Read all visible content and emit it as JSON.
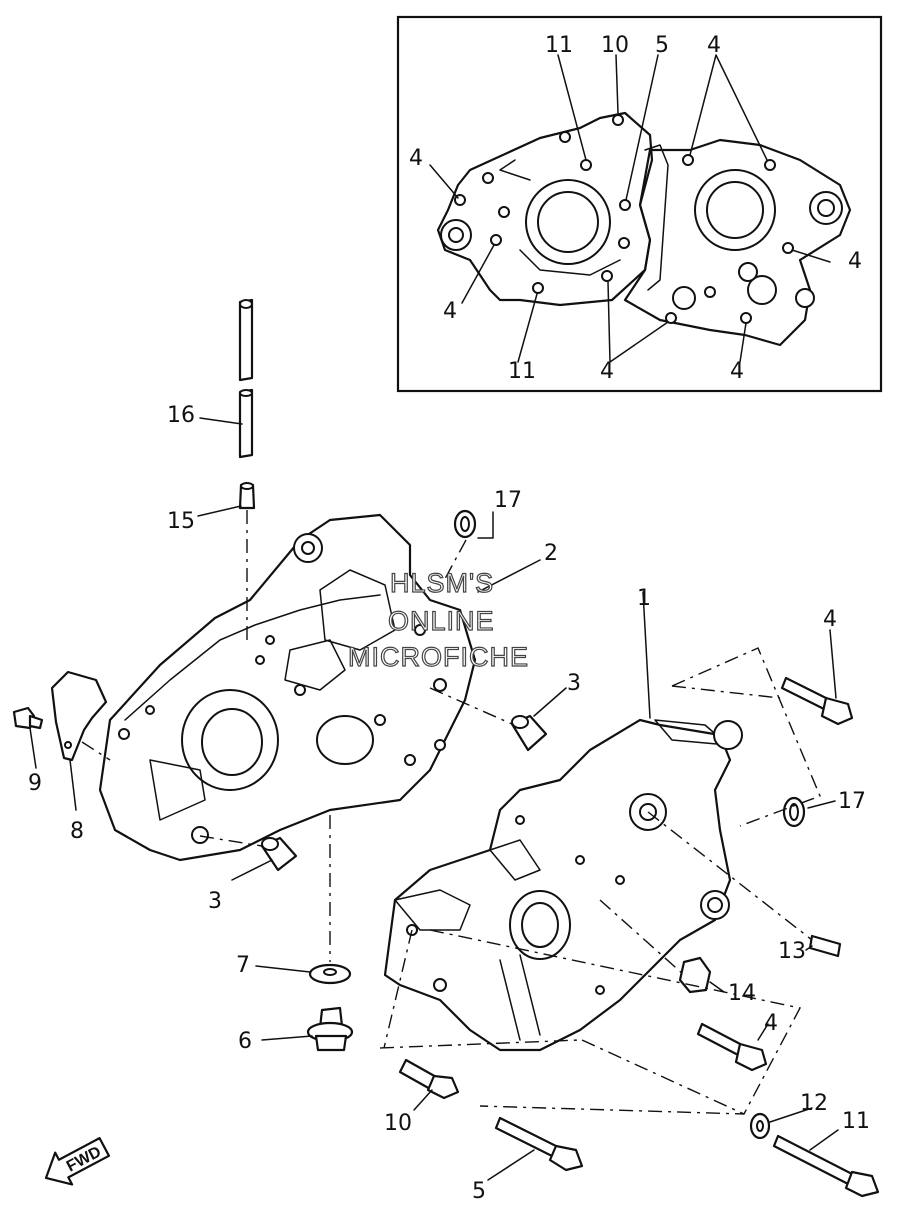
{
  "watermark": {
    "line1": "HLSM'S",
    "line2": "ONLINE",
    "line3": "MICROFICHE"
  },
  "direction_arrow": {
    "label": "FWD",
    "icon": "forward-arrow-icon"
  },
  "inset": {
    "callouts": {
      "c11a": "11",
      "c10": "10",
      "c5": "5",
      "c4a": "4",
      "c4b": "4",
      "c4c": "4",
      "c4d": "4",
      "c11b": "11",
      "c4e": "4",
      "c4f": "4"
    }
  },
  "callouts": {
    "c1": "1",
    "c2": "2",
    "c3a": "3",
    "c3b": "3",
    "c4a": "4",
    "c4b": "4",
    "c5": "5",
    "c6": "6",
    "c7": "7",
    "c8": "8",
    "c9": "9",
    "c10": "10",
    "c11": "11",
    "c12": "12",
    "c13": "13",
    "c14": "14",
    "c15": "15",
    "c16": "16",
    "c17a": "17",
    "c17b": "17"
  }
}
